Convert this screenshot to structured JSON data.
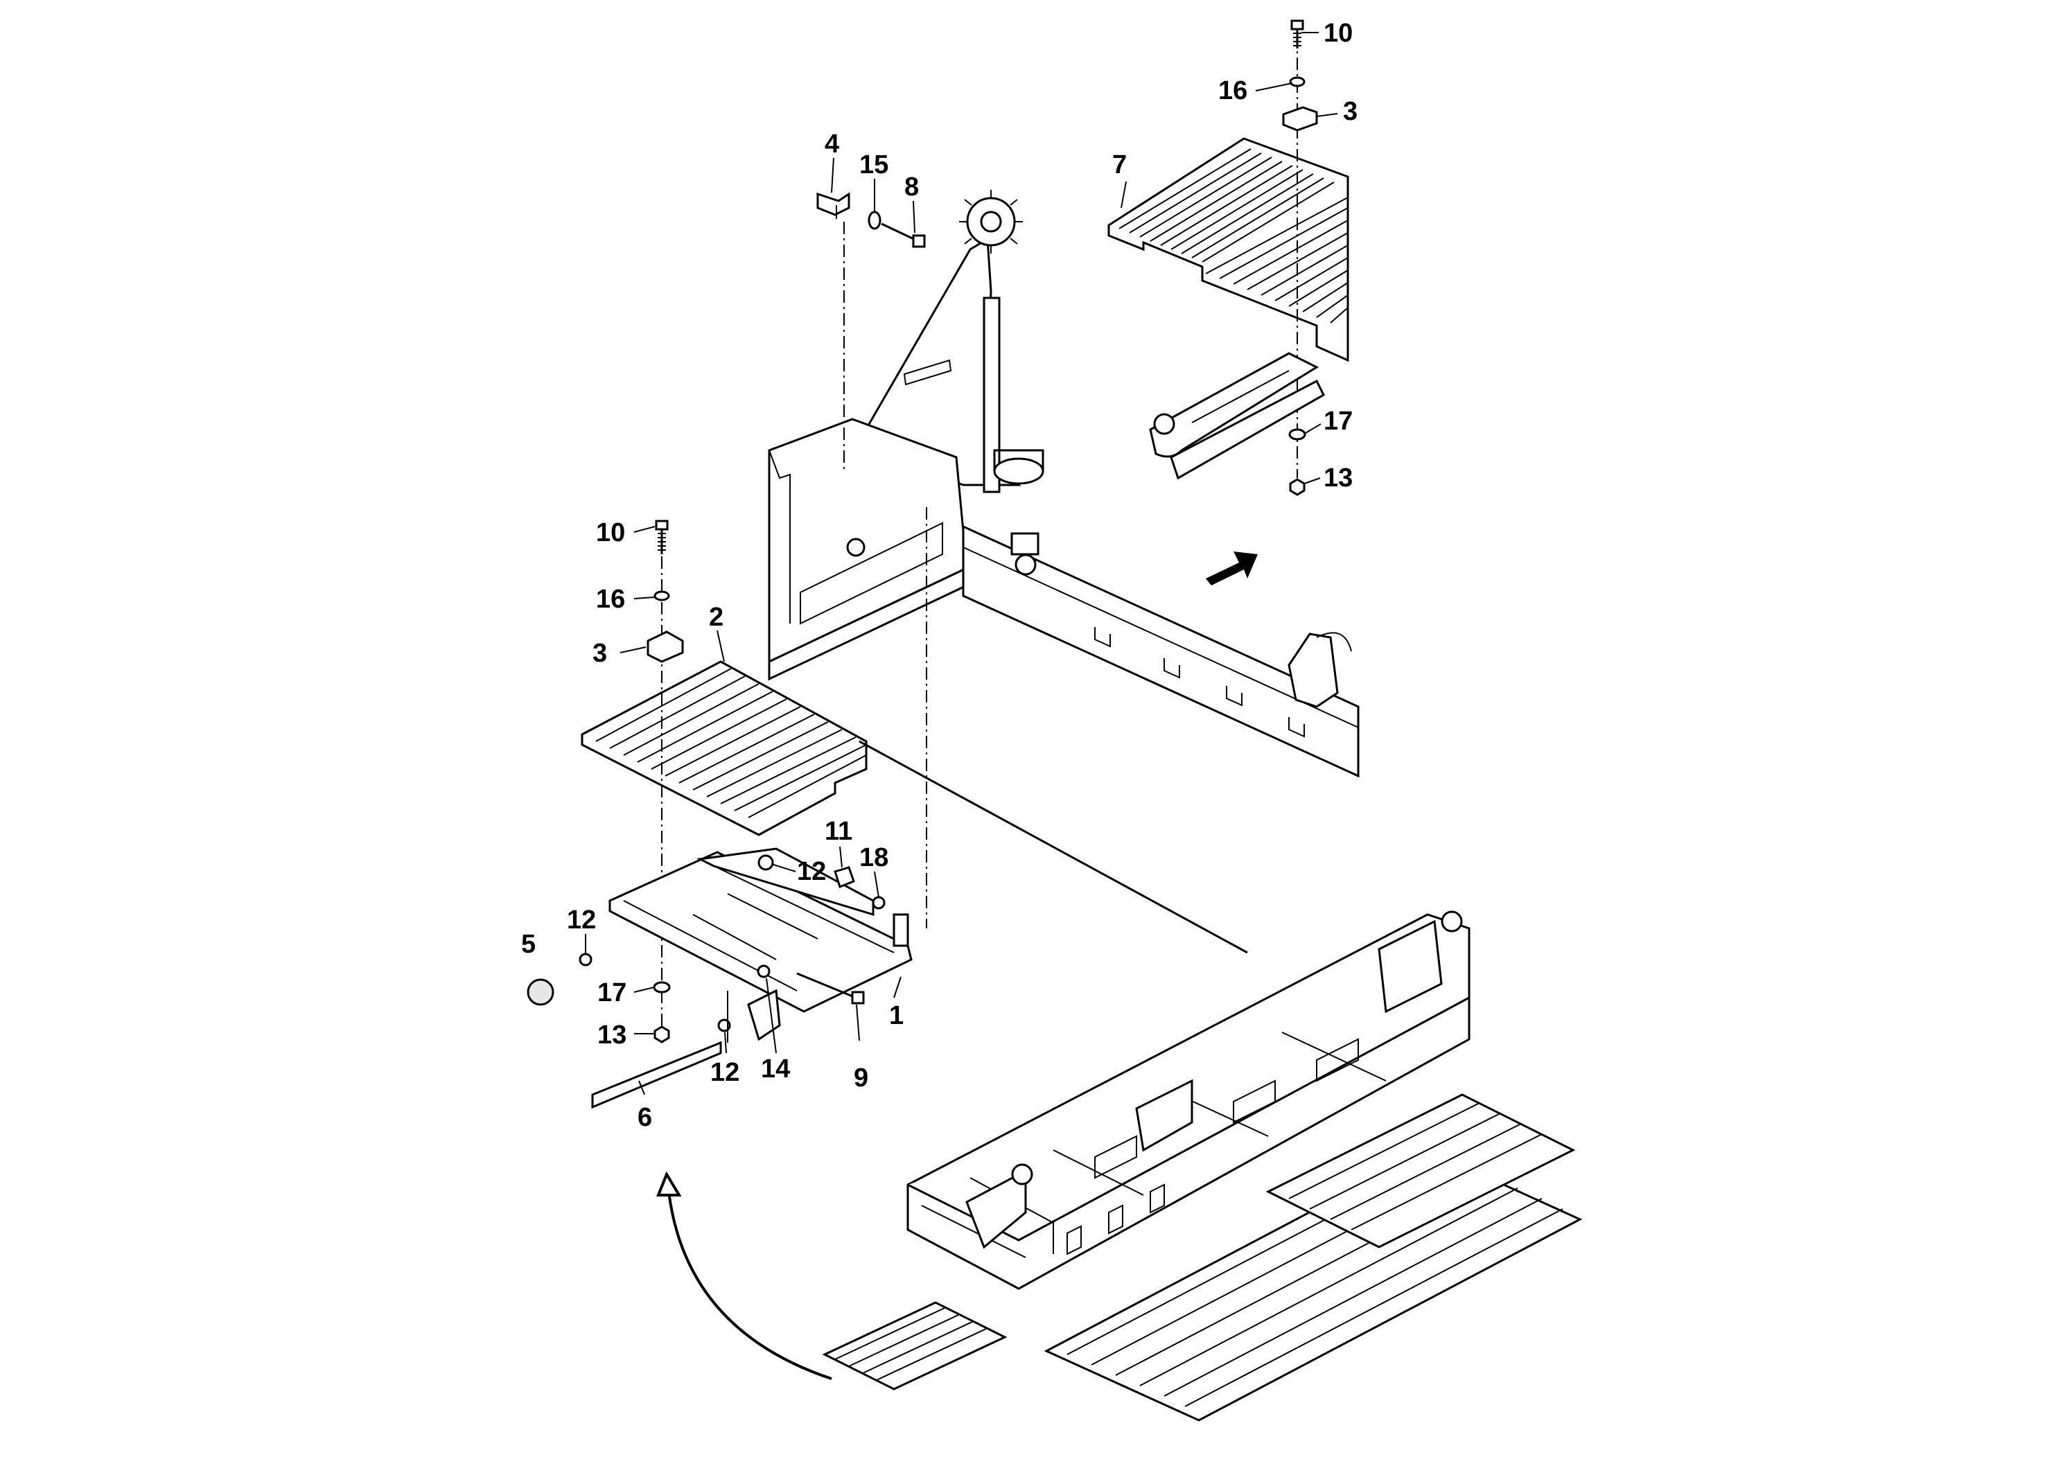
{
  "callouts": {
    "c10_top": "10",
    "c16_top": "16",
    "c3_top": "3",
    "c7": "7",
    "c17_top": "17",
    "c13_top": "13",
    "c4": "4",
    "c15": "15",
    "c8": "8",
    "c10_left": "10",
    "c16_left": "16",
    "c3_left": "3",
    "c2": "2",
    "c11": "11",
    "c18": "18",
    "c12_a": "12",
    "c12_b": "12",
    "c5": "5",
    "c17_left": "17",
    "c13_left": "13",
    "c1": "1",
    "c14": "14",
    "c9": "9",
    "c12_c": "12",
    "c6": "6"
  },
  "icons": {
    "direction_arrow": "bold-right-up-arrow-icon",
    "curved_arrow": "curved-up-arrow-icon"
  }
}
